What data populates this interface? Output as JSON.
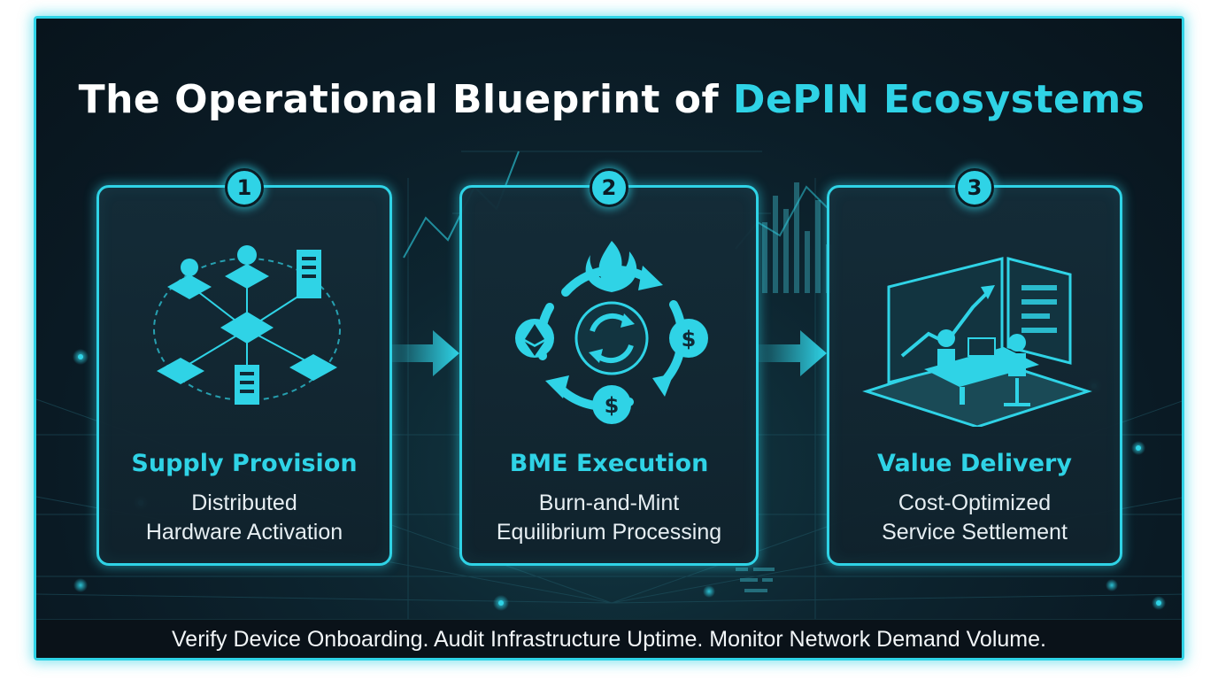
{
  "title": {
    "part1": "The Operational Blueprint of ",
    "highlight": "DePIN Ecosystems"
  },
  "colors": {
    "accent": "#2fd3e6",
    "background": "#0a1a24",
    "text": "#ffffff"
  },
  "steps": [
    {
      "number": "1",
      "title": "Supply Provision",
      "desc_line1": "Distributed",
      "desc_line2": "Hardware Activation",
      "icon": "distributed-hardware-network-icon"
    },
    {
      "number": "2",
      "title": "BME Execution",
      "desc_line1": "Burn-and-Mint",
      "desc_line2": "Equilibrium Processing",
      "icon": "burn-and-mint-cycle-icon"
    },
    {
      "number": "3",
      "title": "Value Delivery",
      "desc_line1": "Cost-Optimized",
      "desc_line2": "Service Settlement",
      "icon": "service-settlement-dashboard-icon"
    }
  ],
  "footer": "Verify Device Onboarding. Audit Infrastructure Uptime. Monitor Network Demand Volume."
}
